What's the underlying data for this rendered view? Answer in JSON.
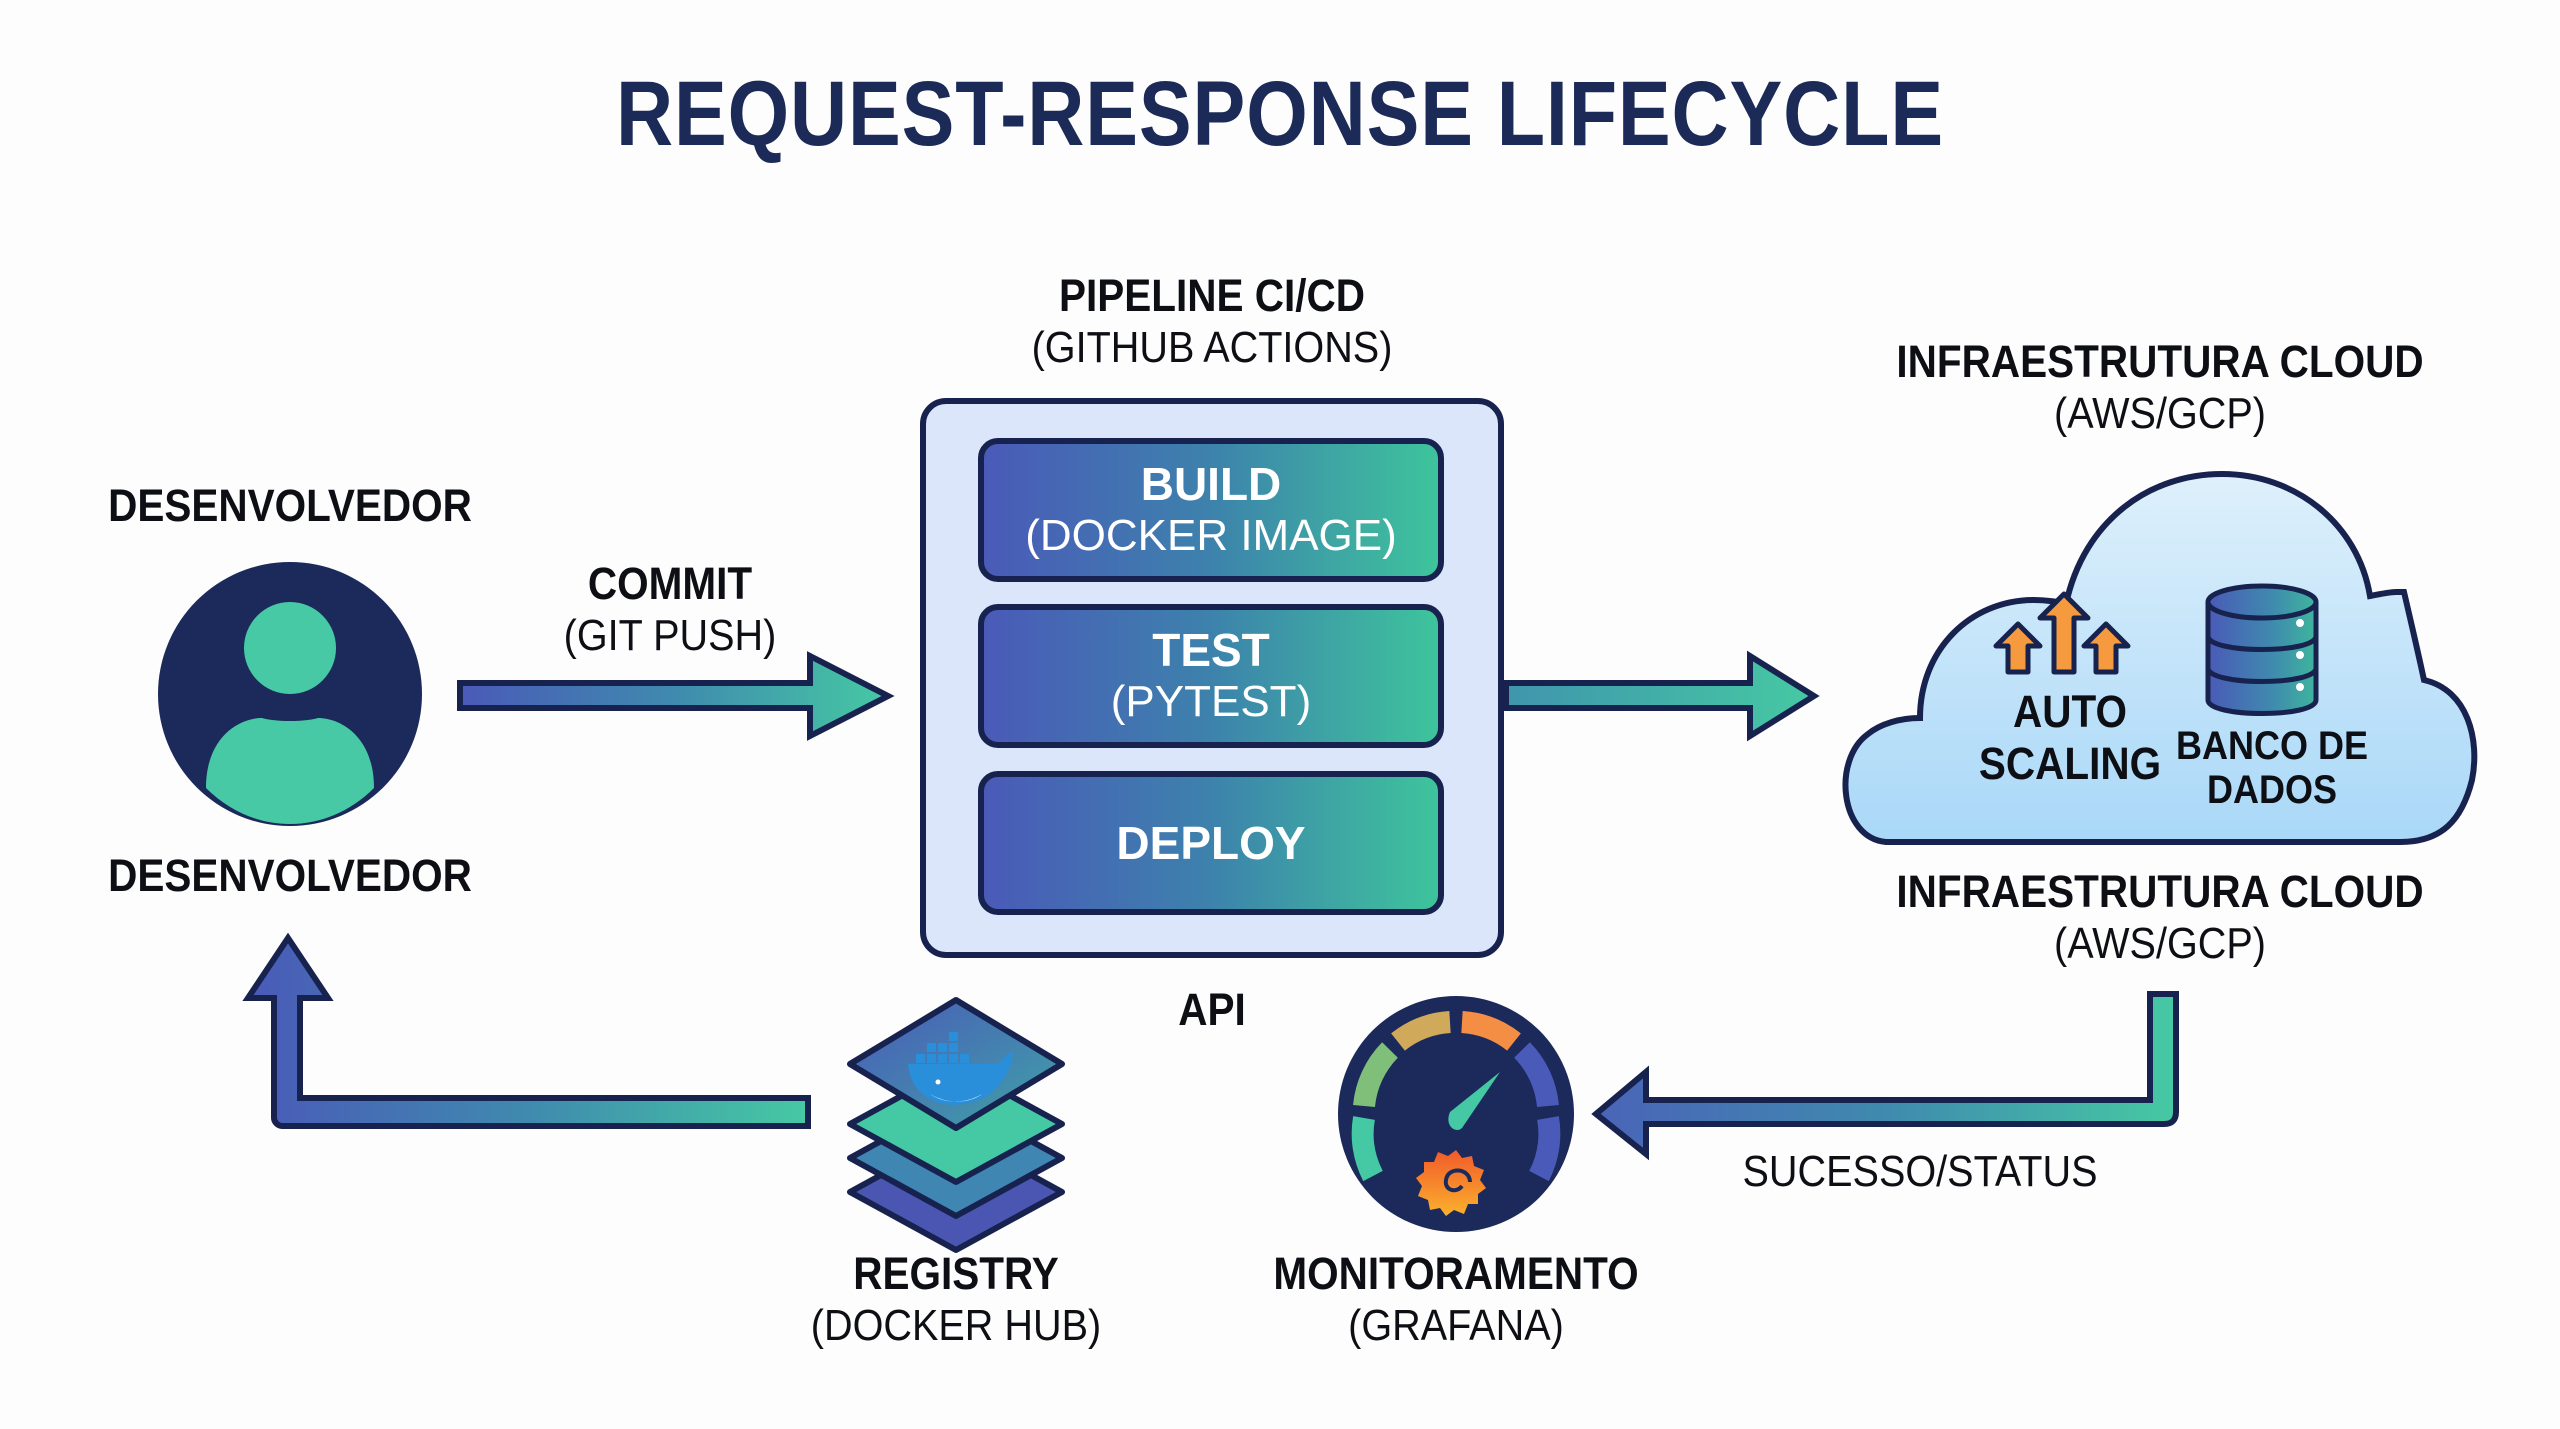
{
  "title": "REQUEST-RESPONSE LIFECYCLE",
  "colors": {
    "navy": "#17234e",
    "title": "#1b2a57",
    "teal": "#45c9a4",
    "blue": "#4a5ab8",
    "pipeline_bg": "#dce6fb",
    "cloud_bg": "#cfe7fa",
    "orange": "#f59a3e"
  },
  "developer": {
    "label_top": "DESENVOLVEDOR",
    "label_bottom": "DESENVOLVEDOR",
    "icon": "user-avatar-icon"
  },
  "commit": {
    "title": "COMMIT",
    "subtitle": "(GIT PUSH)"
  },
  "pipeline": {
    "title": "PIPELINE CI/CD",
    "subtitle": "(GITHUB ACTIONS)",
    "stages": [
      {
        "title": "BUILD",
        "subtitle": "(DOCKER IMAGE)"
      },
      {
        "title": "TEST",
        "subtitle": "(PYTEST)"
      },
      {
        "title": "DEPLOY",
        "subtitle": ""
      }
    ],
    "bottom_label": "API"
  },
  "cloud": {
    "title_top": "INFRAESTRUTURA CLOUD",
    "subtitle_top": "(AWS/GCP)",
    "title_bottom": "INFRAESTRUTURA CLOUD",
    "subtitle_bottom": "(AWS/GCP)",
    "autoscaling_line1": "AUTO",
    "autoscaling_line2": "SCALING",
    "database_line1": "BANCO DE",
    "database_line2": "DADOS"
  },
  "registry": {
    "title": "REGISTRY",
    "subtitle": "(DOCKER HUB)",
    "icon": "docker-layers-icon"
  },
  "monitoring": {
    "title": "MONITORAMENTO",
    "subtitle": "(GRAFANA)",
    "icon": "grafana-gauge-icon"
  },
  "return_arrow_label": "SUCESSO/STATUS"
}
